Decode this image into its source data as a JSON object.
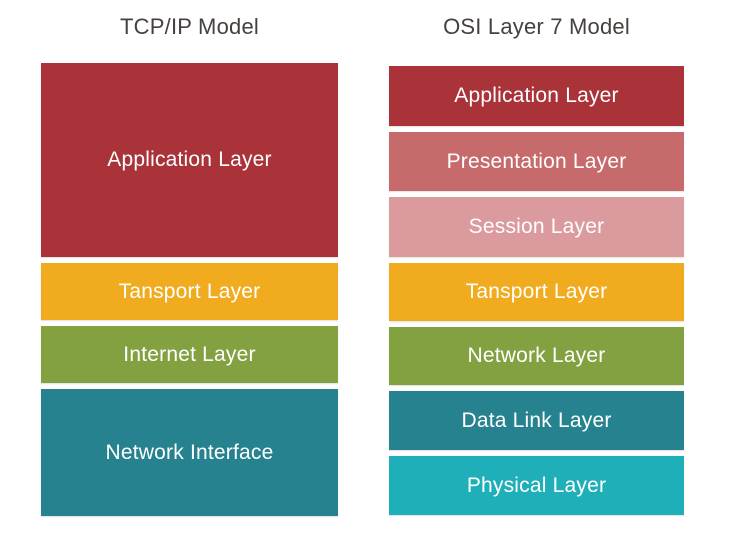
{
  "diagram": {
    "columns": [
      {
        "id": "tcpip",
        "title": "TCP/IP Model",
        "layers": [
          {
            "label": "Application Layer",
            "color": "#A93338",
            "height": 194
          },
          {
            "label": "Tansport Layer",
            "color": "#F0AC1E",
            "height": 57
          },
          {
            "label": "Internet Layer",
            "color": "#84A142",
            "height": 57
          },
          {
            "label": "Network Interface",
            "color": "#26828F",
            "height": 127
          }
        ]
      },
      {
        "id": "osi",
        "title": "OSI Layer 7 Model",
        "layers": [
          {
            "label": "Application Layer",
            "color": "#A93338",
            "height": 60
          },
          {
            "label": "Presentation Layer",
            "color": "#C66A6B",
            "height": 59
          },
          {
            "label": "Session Layer",
            "color": "#DB9B9E",
            "height": 60
          },
          {
            "label": "Tansport Layer",
            "color": "#F0AC1E",
            "height": 58
          },
          {
            "label": "Network Layer",
            "color": "#84A142",
            "height": 58
          },
          {
            "label": "Data Link Layer",
            "color": "#26828F",
            "height": 59
          },
          {
            "label": "Physical Layer",
            "color": "#1FAFB8",
            "height": 59
          }
        ]
      }
    ],
    "text_colors": {
      "title": "#46413E",
      "layer_label": "#FFFFFF"
    }
  }
}
